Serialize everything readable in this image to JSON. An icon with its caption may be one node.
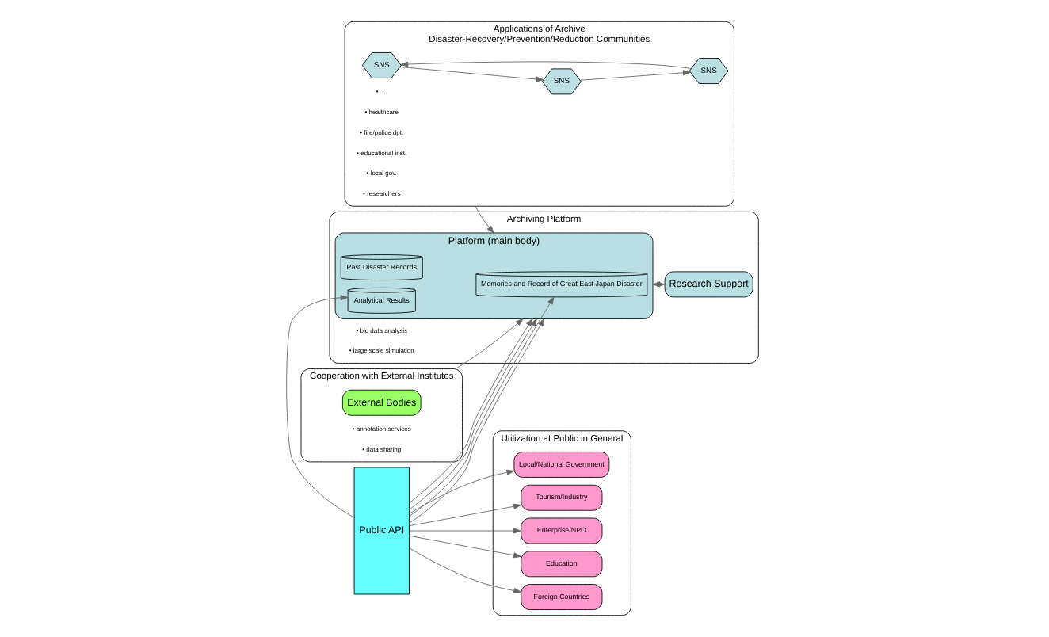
{
  "diagram": {
    "nodes": [
      {
        "text": [
          "Applications of Archive",
          "Disaster-Recovery/Prevention/Reduction Communities"
        ]
      },
      {
        "text": [
          "SNS"
        ],
        "in": 0
      },
      {
        "text": [
          "SNS"
        ],
        "in": 0
      },
      {
        "text": [
          "SNS"
        ],
        "in": 0
      },
      {
        "text": [
          "Cooperation with External Institutes"
        ]
      },
      {
        "text": [
          "External Bodies"
        ],
        "in": 4
      },
      {
        "text": [
          "Archiving Platform"
        ]
      },
      {
        "text": [
          "Platform (main body)"
        ],
        "in": 6
      },
      {
        "text": [
          "Memories and Record of Great East Japan Disaster"
        ],
        "in": 7
      },
      {
        "text": [
          "Past Disaster Records"
        ],
        "in": 7
      },
      {
        "text": [
          "Analytical Results"
        ],
        "in": 7
      },
      {
        "text": [
          "Research Support"
        ],
        "in": 6
      },
      {
        "text": [
          "Public API"
        ]
      },
      {
        "text": [
          "Utilization at Public in General"
        ]
      },
      {
        "text": [
          "Local/National Government"
        ],
        "in": 13
      },
      {
        "text": [
          "Tourism/Industry"
        ],
        "in": 13
      },
      {
        "text": [
          "Enterprise/NPO"
        ],
        "in": 13
      },
      {
        "text": [
          "Education"
        ],
        "in": 13
      },
      {
        "text": [
          "Foreign Countries"
        ],
        "in": 13
      }
    ],
    "edges": [
      {
        "from": 1,
        "to": 3,
        "arrow": "to"
      },
      {
        "from": 3,
        "to": 2,
        "arrow": "to"
      },
      {
        "from": 2,
        "to": 1,
        "arrow": "to"
      },
      {
        "from": 0,
        "to": 7,
        "arrow": "to"
      },
      {
        "from": 4,
        "to": 7,
        "arrow": "to"
      },
      {
        "from": 7,
        "to": 11,
        "arrow": "both"
      },
      {
        "from": 12,
        "to": 7,
        "arrow": "to"
      },
      {
        "from": 12,
        "to": 8,
        "arrow": "to"
      },
      {
        "from": 12,
        "to": 7,
        "arrow": "to"
      },
      {
        "from": 12,
        "to": 10,
        "arrow": "to"
      },
      {
        "from": 12,
        "to": 7,
        "arrow": "to"
      },
      {
        "from": 12,
        "to": 14,
        "arrow": "to"
      },
      {
        "from": 12,
        "to": 15,
        "arrow": "to"
      },
      {
        "from": 12,
        "to": 16,
        "arrow": "to"
      },
      {
        "from": 12,
        "to": 17,
        "arrow": "to"
      },
      {
        "from": 12,
        "to": 18,
        "arrow": "to"
      }
    ],
    "labels": [
      "• researchers",
      "• local gov.",
      "• educational inst.",
      "• fire/police dpt.",
      "• healthcare",
      "• ....",
      "• data sharing",
      "• annotation services",
      "• large scale simulation",
      "• big data analysis"
    ]
  }
}
